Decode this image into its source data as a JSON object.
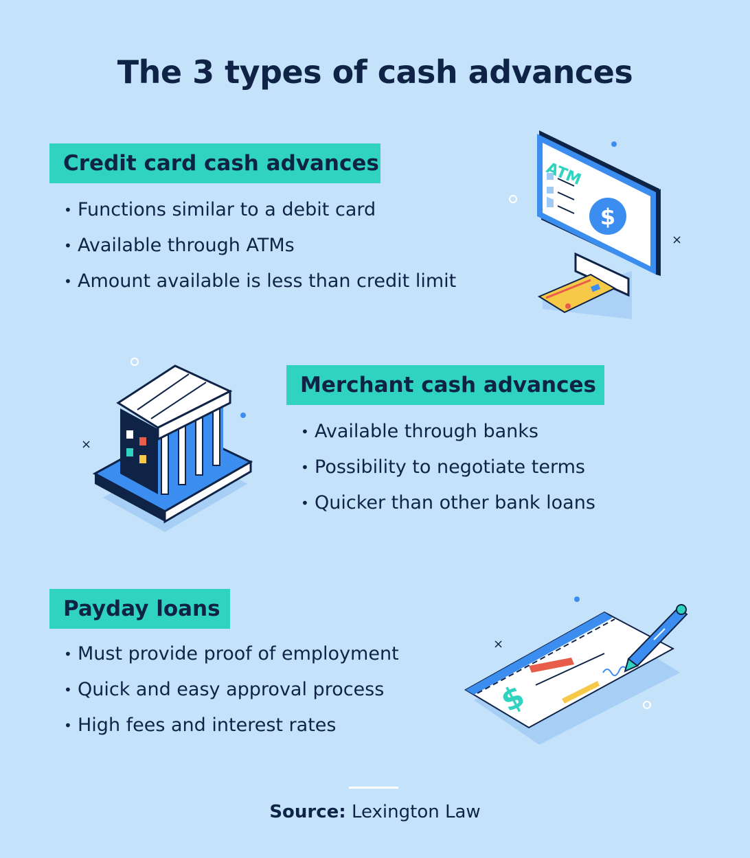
{
  "title": "The 3 types of cash advances",
  "sections": [
    {
      "heading": "Credit card cash advances",
      "bullets": [
        "Functions similar to a debit card",
        "Available through ATMs",
        "Amount available is less than credit limit"
      ],
      "illustration": "atm-icon",
      "atm_label": "ATM",
      "dollar_sign": "$"
    },
    {
      "heading": "Merchant cash advances",
      "bullets": [
        "Available through banks",
        "Possibility to negotiate terms",
        "Quicker than other bank loans"
      ],
      "illustration": "bank-building-icon"
    },
    {
      "heading": "Payday loans",
      "bullets": [
        "Must provide proof of employment",
        "Quick and easy approval process",
        "High fees and interest rates"
      ],
      "illustration": "check-and-pen-icon",
      "dollar_sign": "$"
    }
  ],
  "source": {
    "label": "Source:",
    "value": "Lexington Law"
  },
  "colors": {
    "background": "#c5e2fb",
    "tag": "#2fd3c0",
    "text": "#0f2347",
    "accent_blue": "#3b8eef"
  }
}
